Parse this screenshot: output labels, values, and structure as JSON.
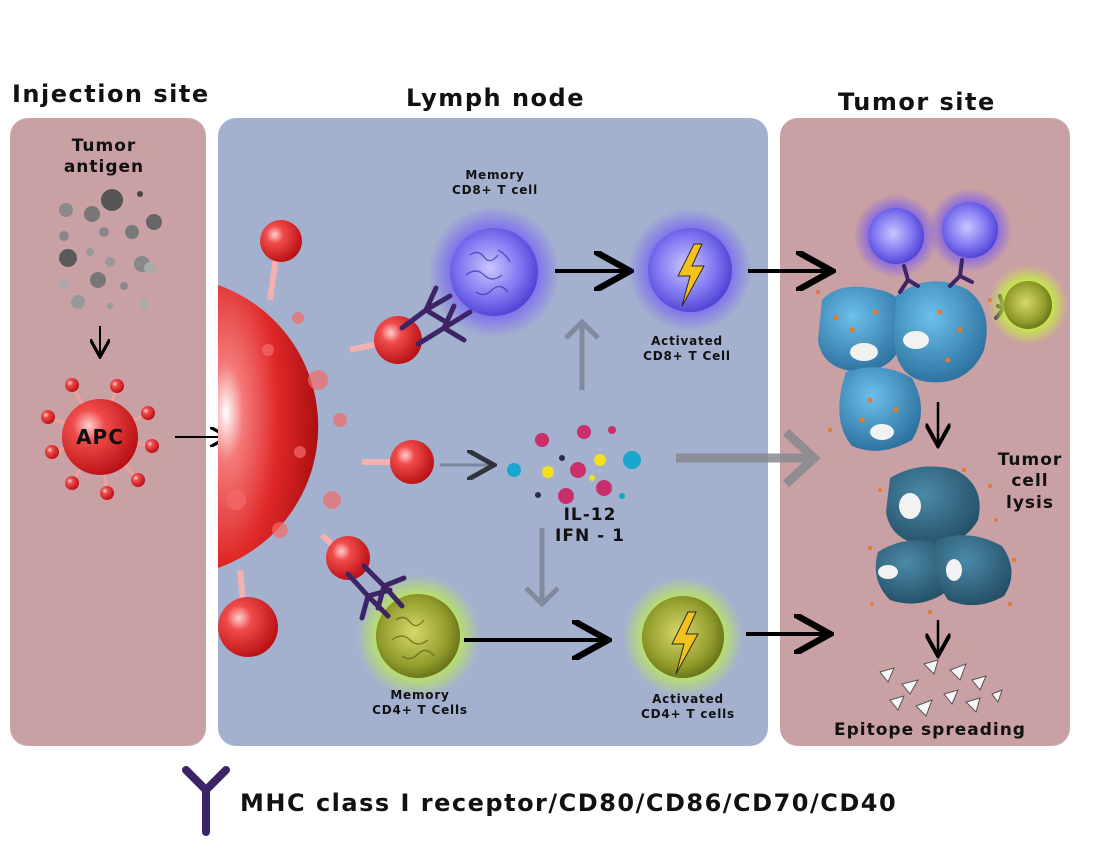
{
  "titles": {
    "injection": "Injection site",
    "lymph": "Lymph node",
    "tumor": "Tumor site"
  },
  "labels": {
    "tumor_antigen_1": "Tumor",
    "tumor_antigen_2": "antigen",
    "apc": "APC",
    "memory_cd8_1": "Memory",
    "memory_cd8_2": "CD8+ T cell",
    "activated_cd8_1": "Activated",
    "activated_cd8_2": "CD8+ T Cell",
    "il12": "IL-12",
    "ifn": "IFN - 1",
    "memory_cd4_1": "Memory",
    "memory_cd4_2": "CD4+ T Cells",
    "activated_cd4_1": "Activated",
    "activated_cd4_2": "CD4+ T cells",
    "tumor_lysis_1": "Tumor",
    "tumor_lysis_2": "cell",
    "tumor_lysis_3": "lysis",
    "epitope": "Epitope spreading",
    "legend": "MHC class I receptor/CD80/CD86/CD70/CD40"
  },
  "colors": {
    "side_panel": "#c9a0a4",
    "lymph_panel": "#a3b1cf",
    "apc_red": "#e22a2a",
    "cd8_purple": "#5a3fd0",
    "cd4_green": "#8aa12a",
    "tumor_blue": "#3a8fbf",
    "receptor": "#3d2466"
  }
}
